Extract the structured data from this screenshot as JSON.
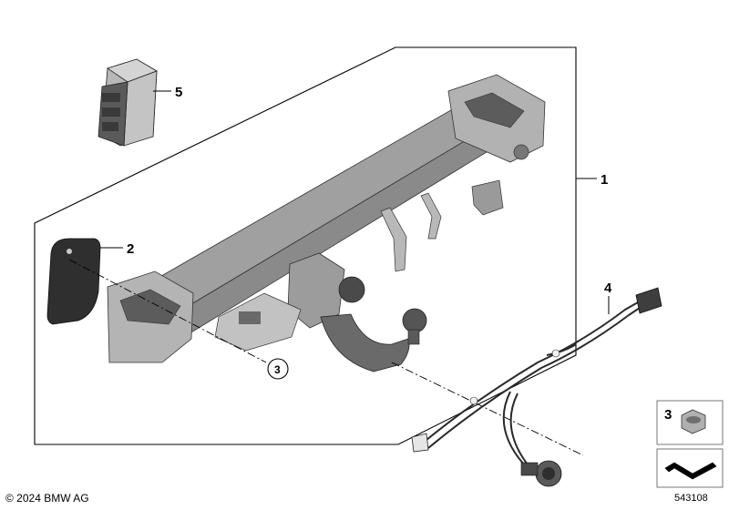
{
  "callouts": {
    "tow_bar": "1",
    "cover_plate": "2",
    "nut_ref": "3",
    "wiring_harness": "4",
    "control_unit": "5",
    "nut_box": "3"
  },
  "footer": {
    "copyright": "© 2024 BMW AG",
    "image_number": "543108"
  },
  "colors": {
    "part_fill": "#a9a9a9",
    "part_light": "#c9c9c9",
    "part_dark": "#6d6d6d",
    "pad_black": "#2e2e2e",
    "line": "#000000"
  }
}
